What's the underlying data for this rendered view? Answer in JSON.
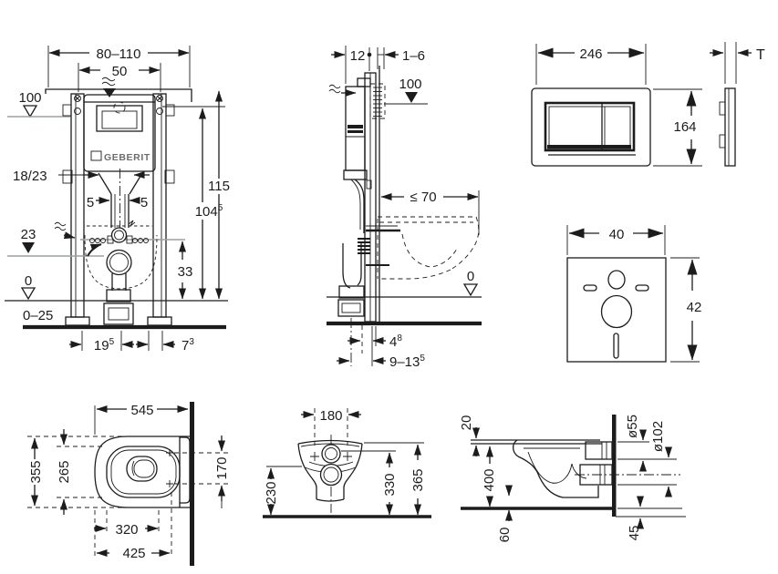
{
  "document": {
    "background": "#ffffff",
    "line_color": "#1c1c1c",
    "level_line_color": "#9aa0a4",
    "brand_logo": "GEBERIT"
  },
  "views": {
    "frame_front": {
      "dims": {
        "width_range": "80–110",
        "rail_spacing": "50",
        "level_100": "100",
        "height_total": "115",
        "height_top": {
          "base": "104",
          "sup": "5"
        },
        "inlet_label": "18/23",
        "offset_left": "5",
        "offset_right": "5",
        "level_23": "23",
        "level_0": "0",
        "floor_buildup": "0–25",
        "outlet_height": "33",
        "foot_offset": {
          "base": "19",
          "sup": "5"
        },
        "side_offset": {
          "base": "7",
          "sup": "3"
        }
      }
    },
    "frame_side": {
      "dims": {
        "depth": "12",
        "wall_finish": "1–6",
        "level_100": "100",
        "max_offset": "≤ 70",
        "level_0": "0",
        "pipe_offset": {
          "base": "4",
          "sup": "8"
        },
        "pipe_range": {
          "base": "9–13",
          "sup": "5"
        }
      }
    },
    "flush_plate": {
      "dims": {
        "width": "246",
        "height": "164",
        "thickness": "T"
      }
    },
    "sound_mat": {
      "dims": {
        "width": "40",
        "height": "42"
      }
    },
    "wc_top": {
      "dims": {
        "length": "545",
        "width": "355",
        "inner_width": "265",
        "hole_spacing": "170",
        "inner_length": "320",
        "hole_distance": "425"
      }
    },
    "wc_rear": {
      "dims": {
        "hole_spacing": "180",
        "rim_underside": "230",
        "flush_height": "330",
        "height": "365"
      }
    },
    "wc_side": {
      "dims": {
        "seat": "20",
        "depth": "400",
        "clearance": "60",
        "wall_gap": "45",
        "flush_dia": "ø55",
        "outlet_dia": "ø102"
      }
    }
  }
}
